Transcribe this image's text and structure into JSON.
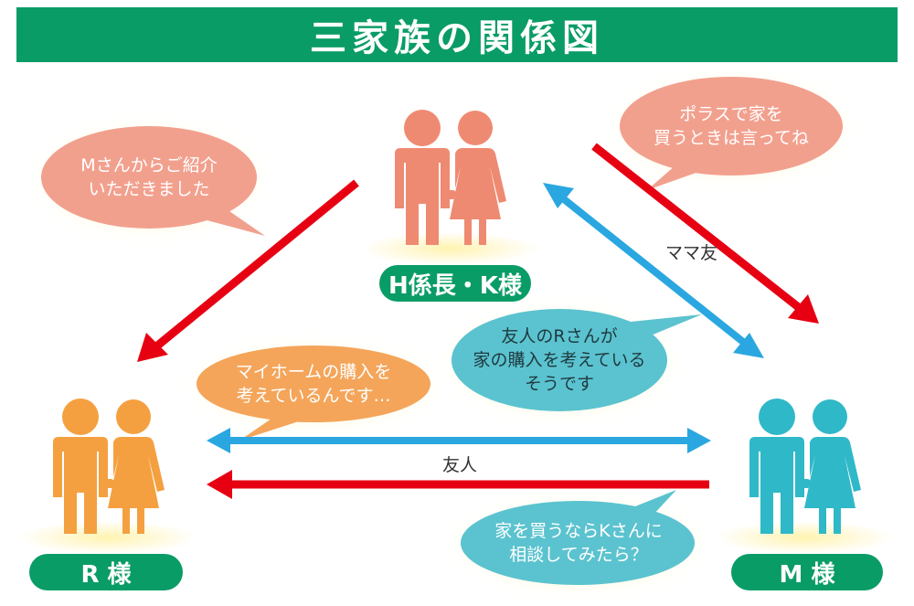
{
  "title": "三家族の関係図",
  "colors": {
    "title_bg": "#0a9c66",
    "label_bg": "#0a9c66",
    "family_h": "#ef8a72",
    "family_r": "#f4a040",
    "family_m": "#2fb8c8",
    "arrow_red": "#e60012",
    "arrow_blue": "#2aa7e0",
    "bubble_pink": "#f2a08e",
    "bubble_orange": "#f4a55a",
    "bubble_teal": "#5bc3cf"
  },
  "families": {
    "h": {
      "label": "H係長・K様"
    },
    "r": {
      "label": "R 様"
    },
    "m": {
      "label": "M 様"
    }
  },
  "relations": {
    "hm": "ママ友",
    "rm": "友人"
  },
  "bubbles": {
    "h_to_r": {
      "lines": [
        "Mさんからご紹介",
        "いただきました"
      ]
    },
    "h_to_m": {
      "lines": [
        "ポラスで家を",
        "買うときは言ってね"
      ]
    },
    "r_to_m": {
      "lines": [
        "マイホームの購入を",
        "考えているんです…"
      ]
    },
    "m_to_h": {
      "lines": [
        "友人のRさんが",
        "家の購入を考えている",
        "そうです"
      ]
    },
    "m_to_r": {
      "lines": [
        "家を買うならKさんに",
        "相談してみたら？"
      ]
    }
  }
}
